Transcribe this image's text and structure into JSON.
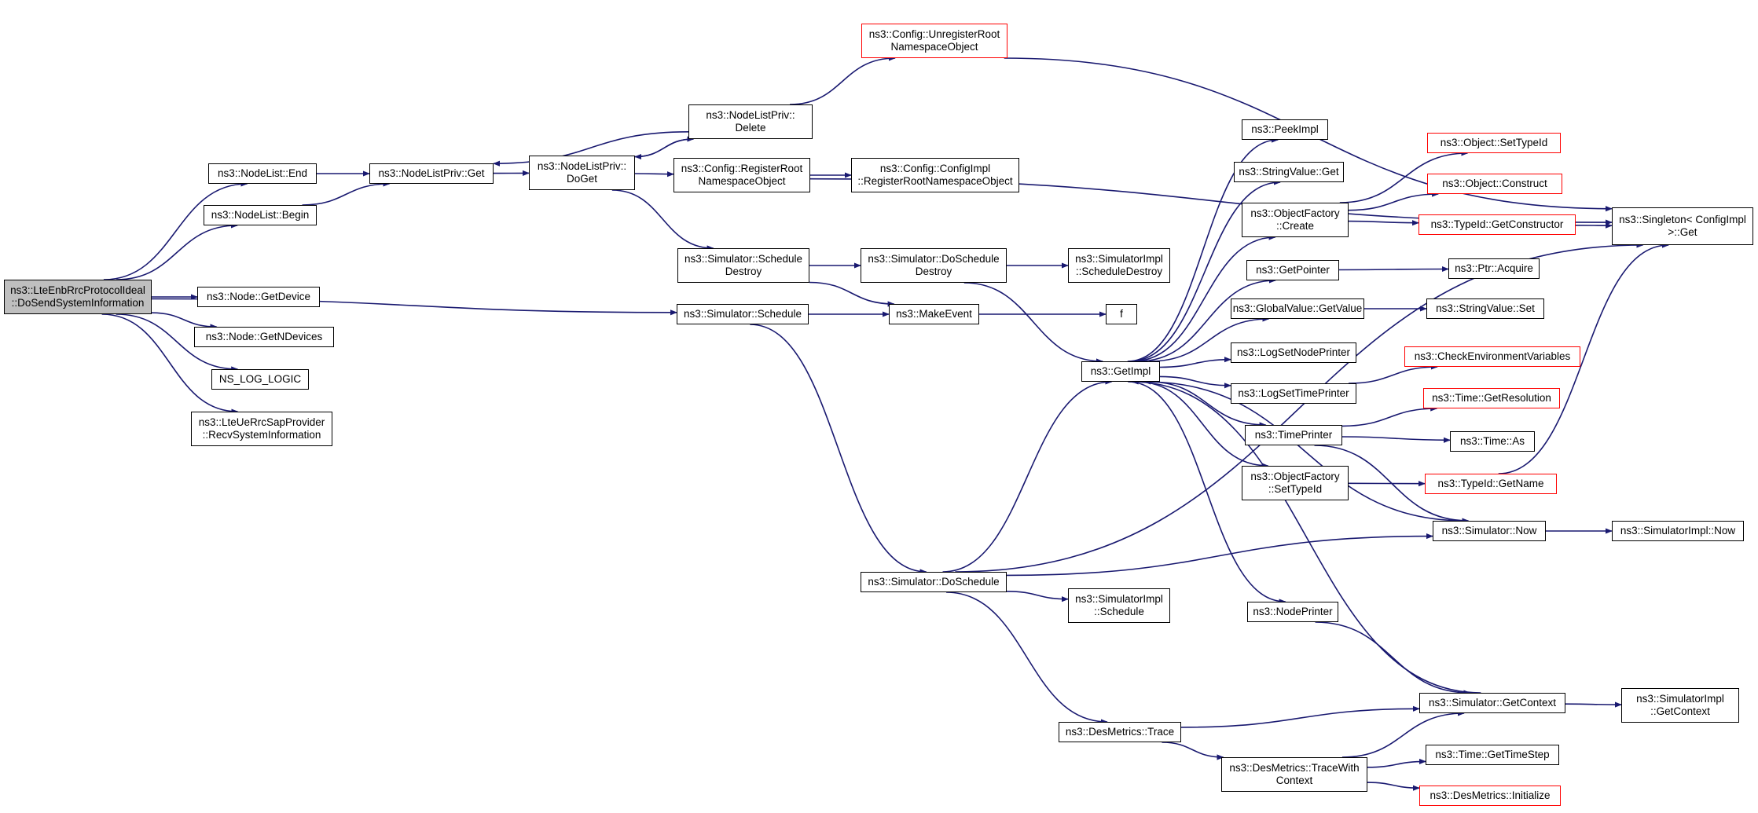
{
  "colors": {
    "edge": "#191970",
    "node_border": "#000000",
    "truncated_border": "#ff0000",
    "root_fill": "#bfbfbf"
  },
  "nodes": [
    {
      "id": "root",
      "label": "ns3::LteEnbRrcProtocolIdeal\n::DoSendSystemInformation",
      "root": true
    },
    {
      "id": "nl_end",
      "label": "ns3::NodeList::End"
    },
    {
      "id": "nl_begin",
      "label": "ns3::NodeList::Begin"
    },
    {
      "id": "node_getdevice",
      "label": "ns3::Node::GetDevice"
    },
    {
      "id": "node_getndevices",
      "label": "ns3::Node::GetNDevices"
    },
    {
      "id": "ns_log_logic",
      "label": "NS_LOG_LOGIC"
    },
    {
      "id": "lteue_recv",
      "label": "ns3::LteUeRrcSapProvider\n::RecvSystemInformation"
    },
    {
      "id": "nlp_get",
      "label": "ns3::NodeListPriv::Get"
    },
    {
      "id": "nlp_doget",
      "label": "ns3::NodeListPriv::\nDoGet"
    },
    {
      "id": "nlp_delete",
      "label": "ns3::NodeListPriv::\nDelete"
    },
    {
      "id": "cfg_unreg",
      "label": "ns3::Config::UnregisterRoot\nNamespaceObject",
      "truncated": true
    },
    {
      "id": "cfg_reg",
      "label": "ns3::Config::RegisterRoot\nNamespaceObject"
    },
    {
      "id": "cfgimpl_reg",
      "label": "ns3::Config::ConfigImpl\n::RegisterRootNamespaceObject"
    },
    {
      "id": "sim_sched_destroy",
      "label": "ns3::Simulator::Schedule\nDestroy"
    },
    {
      "id": "sim_schedule",
      "label": "ns3::Simulator::Schedule"
    },
    {
      "id": "sim_dosched_destroy",
      "label": "ns3::Simulator::DoSchedule\nDestroy"
    },
    {
      "id": "makeevent",
      "label": "ns3::MakeEvent"
    },
    {
      "id": "simimpl_sched_destroy",
      "label": "ns3::SimulatorImpl\n::ScheduleDestroy"
    },
    {
      "id": "f",
      "label": "f"
    },
    {
      "id": "getimpl",
      "label": "ns3::GetImpl"
    },
    {
      "id": "sim_dosched",
      "label": "ns3::Simulator::DoSchedule"
    },
    {
      "id": "simimpl_schedule",
      "label": "ns3::SimulatorImpl\n::Schedule"
    },
    {
      "id": "desmetrics_trace",
      "label": "ns3::DesMetrics::Trace"
    },
    {
      "id": "desmetrics_tracewith",
      "label": "ns3::DesMetrics::TraceWith\nContext"
    },
    {
      "id": "peekimpl",
      "label": "ns3::PeekImpl"
    },
    {
      "id": "stringvalue_get",
      "label": "ns3::StringValue::Get"
    },
    {
      "id": "objfactory_create",
      "label": "ns3::ObjectFactory\n::Create"
    },
    {
      "id": "getpointer",
      "label": "ns3::GetPointer"
    },
    {
      "id": "globalvalue_getvalue",
      "label": "ns3::GlobalValue::GetValue"
    },
    {
      "id": "logsetnodeprinter",
      "label": "ns3::LogSetNodePrinter"
    },
    {
      "id": "logsettimeprinter",
      "label": "ns3::LogSetTimePrinter"
    },
    {
      "id": "timeprinter",
      "label": "ns3::TimePrinter"
    },
    {
      "id": "objfactory_settypeid",
      "label": "ns3::ObjectFactory\n::SetTypeId"
    },
    {
      "id": "nodeprinter",
      "label": "ns3::NodePrinter"
    },
    {
      "id": "obj_settypeid",
      "label": "ns3::Object::SetTypeId",
      "truncated": true
    },
    {
      "id": "obj_construct",
      "label": "ns3::Object::Construct",
      "truncated": true
    },
    {
      "id": "typeid_getctor",
      "label": "ns3::TypeId::GetConstructor",
      "truncated": true
    },
    {
      "id": "ptr_acquire",
      "label": "ns3::Ptr::Acquire"
    },
    {
      "id": "stringvalue_set",
      "label": "ns3::StringValue::Set"
    },
    {
      "id": "checkenv",
      "label": "ns3::CheckEnvironmentVariables",
      "truncated": true
    },
    {
      "id": "time_getres",
      "label": "ns3::Time::GetResolution",
      "truncated": true
    },
    {
      "id": "time_as",
      "label": "ns3::Time::As"
    },
    {
      "id": "typeid_getname",
      "label": "ns3::TypeId::GetName",
      "truncated": true
    },
    {
      "id": "sim_now",
      "label": "ns3::Simulator::Now"
    },
    {
      "id": "sim_getcontext",
      "label": "ns3::Simulator::GetContext"
    },
    {
      "id": "time_gettimestep",
      "label": "ns3::Time::GetTimeStep"
    },
    {
      "id": "desmetrics_init",
      "label": "ns3::DesMetrics::Initialize",
      "truncated": true
    },
    {
      "id": "singleton_get",
      "label": "ns3::Singleton< ConfigImpl\n >::Get"
    },
    {
      "id": "simimpl_now",
      "label": "ns3::SimulatorImpl::Now"
    },
    {
      "id": "simimpl_getcontext",
      "label": "ns3::SimulatorImpl\n::GetContext"
    }
  ]
}
